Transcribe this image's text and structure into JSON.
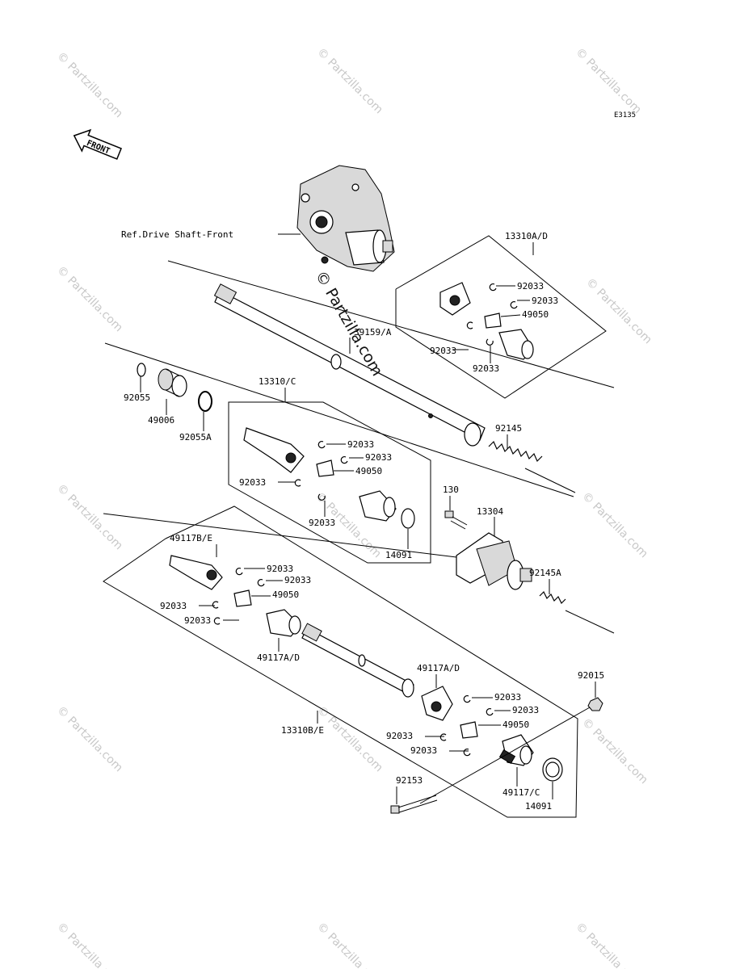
{
  "diagram": {
    "code": "E3135",
    "front_label": "FRONT",
    "ref_label": "Ref.Drive Shaft-Front",
    "center_watermark": "© Partzilla.com",
    "watermark_text": "© Partzilla.com",
    "labels": {
      "a13310AD": "13310A/D",
      "c92033_1": "92033",
      "c92033_2": "92033",
      "c49050_1": "49050",
      "c92033_3": "92033",
      "c92033_4": "92033",
      "s39159A": "39159/A",
      "p92055": "92055",
      "p49006": "49006",
      "p92055A": "92055A",
      "a13310C": "13310/C",
      "c92033_5": "92033",
      "c92033_6": "92033",
      "c49050_2": "49050",
      "c92033_7": "92033",
      "c92033_8": "92033",
      "p92145": "92145",
      "p130": "130",
      "p13304": "13304",
      "p14091_1": "14091",
      "p92145A": "92145A",
      "a49117BE": "49117B/E",
      "c92033_9": "92033",
      "c92033_10": "92033",
      "c49050_3": "49050",
      "c92033_11": "92033",
      "c92033_12": "92033",
      "a49117AD_1": "49117A/D",
      "a49117AD_2": "49117A/D",
      "c92033_13": "92033",
      "c92033_14": "92033",
      "c49050_4": "49050",
      "c92033_15": "92033",
      "c92033_16": "92033",
      "p92015": "92015",
      "a13310BE": "13310B/E",
      "p92153": "92153",
      "a49117C": "49117/C",
      "p14091_2": "14091"
    }
  }
}
